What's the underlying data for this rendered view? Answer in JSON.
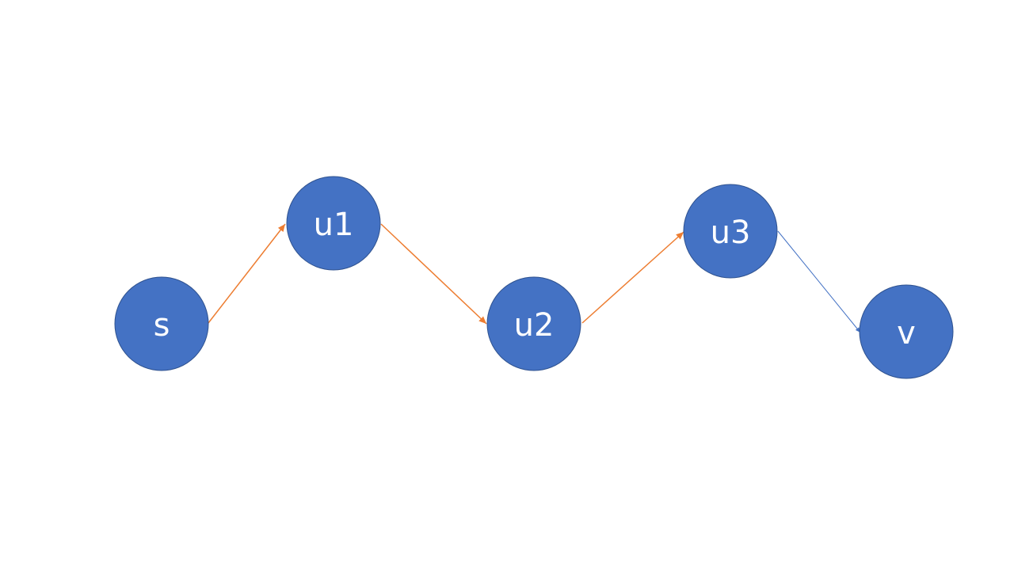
{
  "colors": {
    "node_fill": "#4472c4",
    "node_stroke": "#2f528f",
    "label": "#ffffff",
    "path_edge": "#ed7d31",
    "final_edge": "#4472c4",
    "background": "#ffffff"
  },
  "nodes": [
    {
      "id": "s",
      "label": "s"
    },
    {
      "id": "u1",
      "label": "u1"
    },
    {
      "id": "u2",
      "label": "u2"
    },
    {
      "id": "u3",
      "label": "u3"
    },
    {
      "id": "v",
      "label": "v"
    }
  ],
  "edges": [
    {
      "from": "s",
      "to": "u1",
      "color": "#ed7d31"
    },
    {
      "from": "u1",
      "to": "u2",
      "color": "#ed7d31"
    },
    {
      "from": "u2",
      "to": "u3",
      "color": "#ed7d31"
    },
    {
      "from": "u3",
      "to": "v",
      "color": "#4472c4"
    }
  ]
}
